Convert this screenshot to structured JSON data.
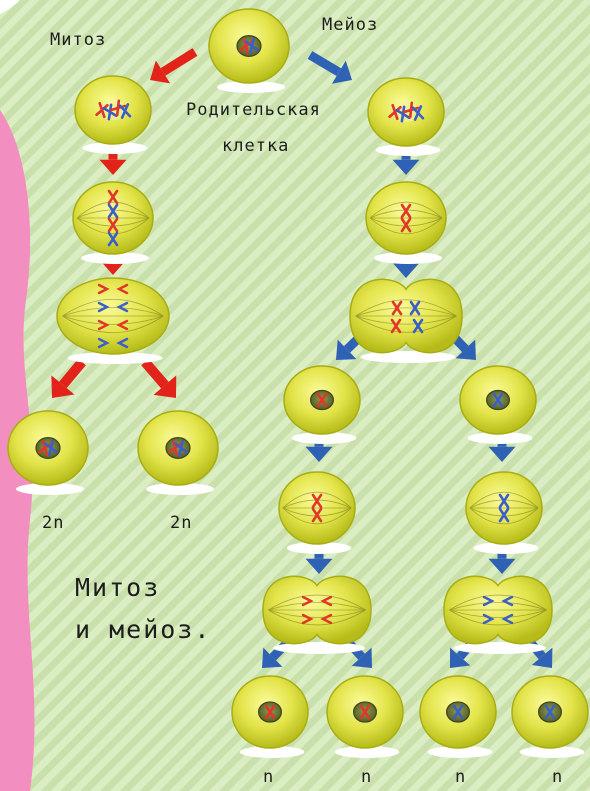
{
  "labels": {
    "mitosis": "Митоз",
    "meiosis": "Мейоз",
    "parent_cell_line1": "Родительская",
    "parent_cell_line2": "клетка",
    "ploidy_2n_left": "2n",
    "ploidy_2n_right": "2n",
    "ploidy_n_1": "n",
    "ploidy_n_2": "n",
    "ploidy_n_3": "n",
    "ploidy_n_4": "n",
    "caption_line1": "Митоз",
    "caption_line2": "и мейоз."
  },
  "colors": {
    "background_stripe_a": "#c9e0ac",
    "background_stripe_b": "#dbeec3",
    "side_panel": "#f28fc0",
    "cell_fill": "#e3e44a",
    "cell_edge": "#a8ad12",
    "nucleus": "#6b7a3c",
    "mitosis_arrow": "#e2231a",
    "meiosis_arrow": "#2f62b5",
    "chromosome_red": "#e0372a",
    "chromosome_blue": "#3a5fc8"
  }
}
